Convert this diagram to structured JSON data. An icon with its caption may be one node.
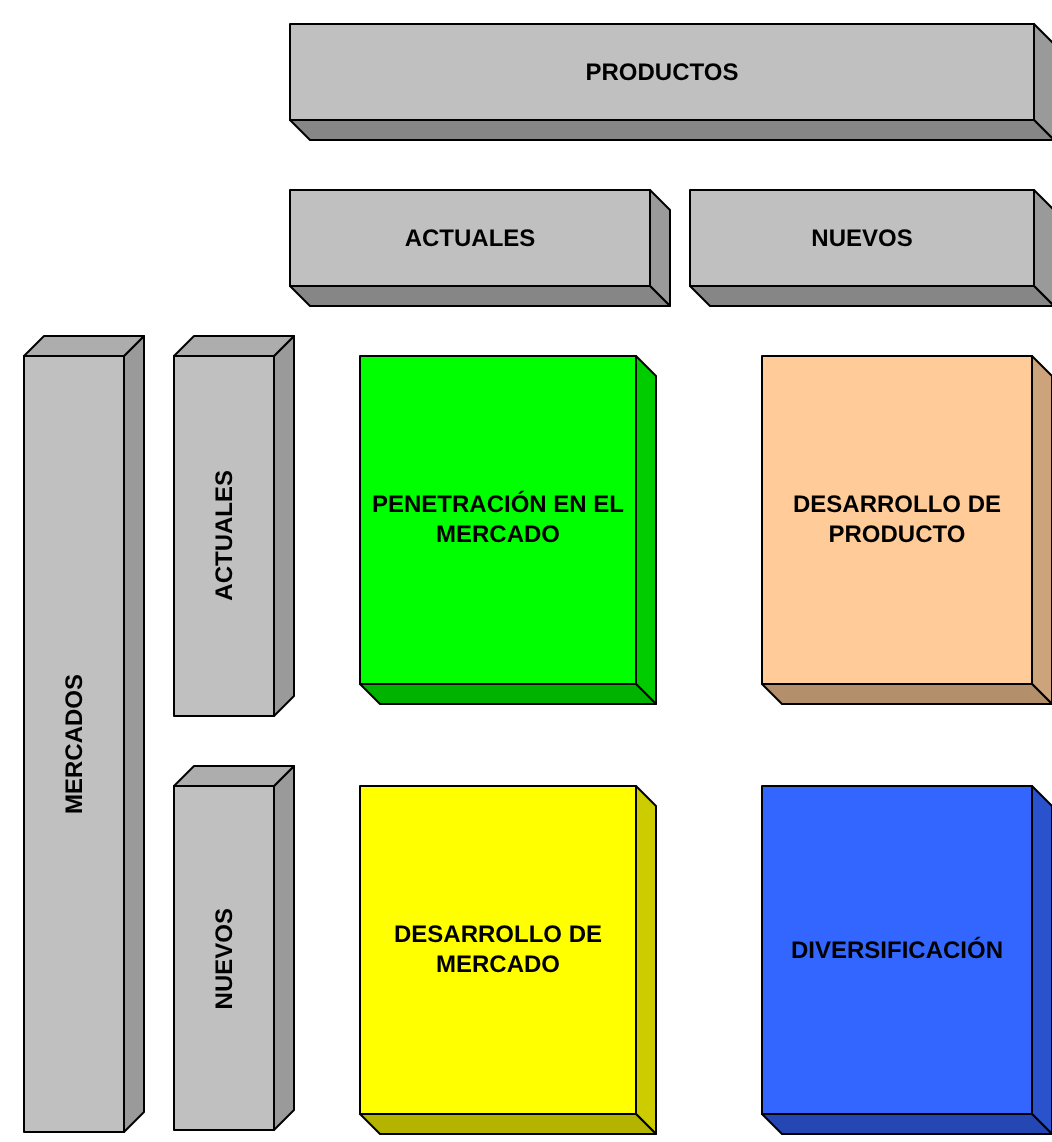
{
  "diagram": {
    "nodes": [
      {
        "text": [
          "PRODUCTOS"
        ]
      },
      {
        "text": [
          "ACTUALES"
        ]
      },
      {
        "text": [
          "NUEVOS"
        ]
      },
      {
        "text": [
          "MERCADOS"
        ]
      },
      {
        "text": [
          "ACTUALES"
        ]
      },
      {
        "text": [
          "NUEVOS"
        ]
      },
      {
        "text": [
          "PENETRACIÓN EN EL MERCADO"
        ]
      },
      {
        "text": [
          "DESARROLLO DE PRODUCTO"
        ]
      },
      {
        "text": [
          "DESARROLLO DE MERCADO"
        ]
      },
      {
        "text": [
          "DIVERSIFICACIÓN"
        ]
      }
    ],
    "edges": []
  }
}
